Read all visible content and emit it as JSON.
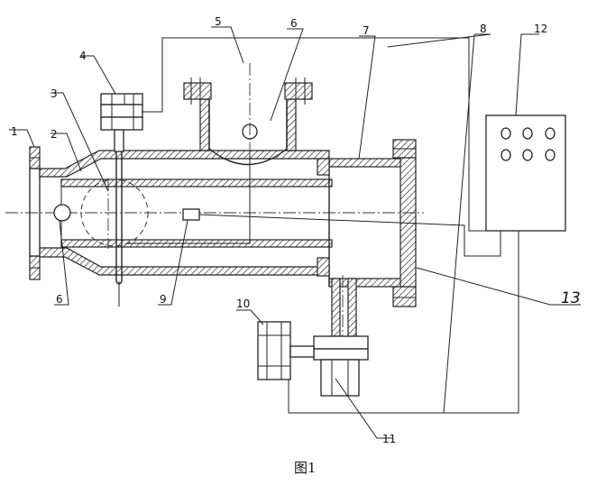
{
  "figure": {
    "caption": "图1"
  },
  "labels": {
    "l1": "1",
    "l2": "2",
    "l3": "3",
    "l4": "4",
    "l5": "5",
    "l6a": "6",
    "l6b": "6",
    "l7": "7",
    "l8": "8",
    "l9": "9",
    "l10": "10",
    "l11": "11",
    "l12": "12",
    "l13": "13"
  }
}
